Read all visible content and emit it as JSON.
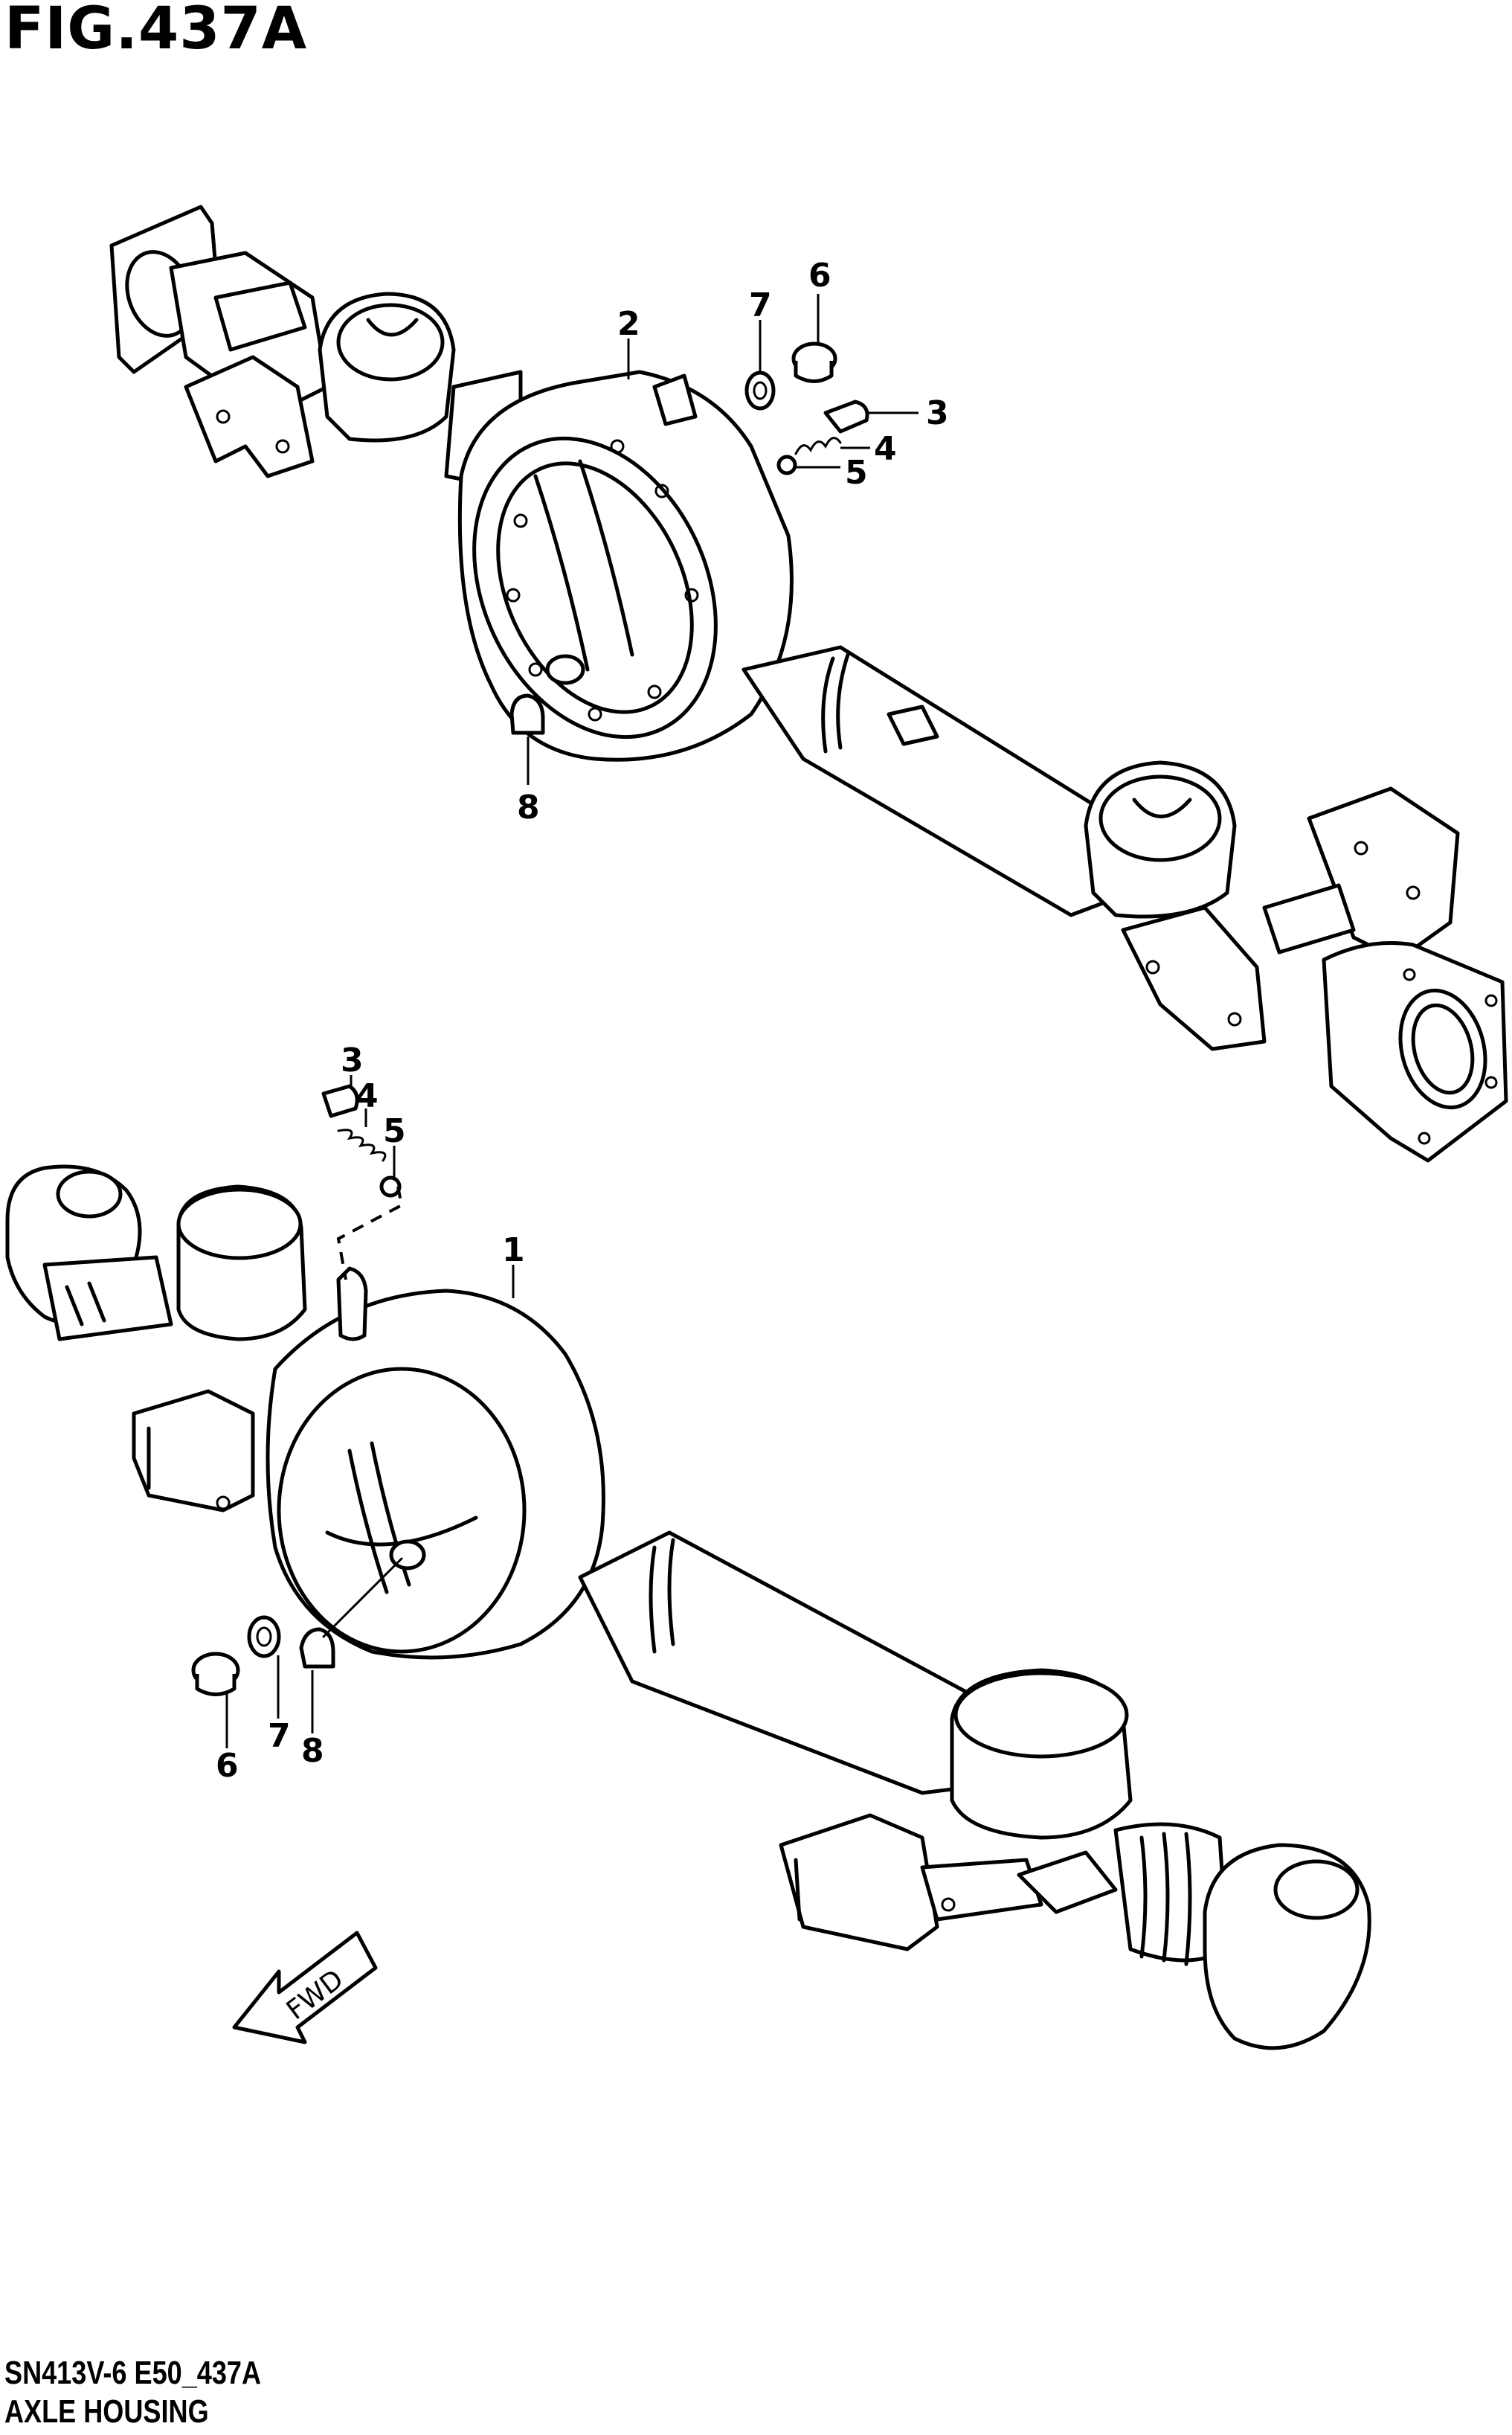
{
  "figure": {
    "title": "FIG.437A",
    "model_code": "SN413V-6 E50_437A",
    "name": "AXLE HOUSING"
  },
  "direction_label": "FWD",
  "callouts": {
    "p1": "1",
    "p2": "2",
    "p3_top": "3",
    "p4_top": "4",
    "p5_top": "5",
    "p6_top": "6",
    "p7_top": "7",
    "p8_top": "8",
    "p3_bottom": "3",
    "p4_bottom": "4",
    "p5_bottom": "5",
    "p6_bottom": "6",
    "p7_bottom": "7",
    "p8_bottom": "8"
  }
}
